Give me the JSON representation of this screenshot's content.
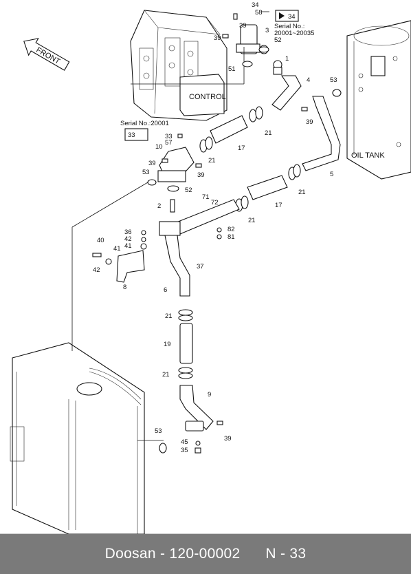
{
  "footer": {
    "brand": "Doosan",
    "separator": " - ",
    "part_number": "120-00002",
    "page": "N - 33"
  },
  "labels": {
    "front": "FRONT",
    "control": "CONTROL",
    "oil_tank": "OIL TANK",
    "serial_top_title": "Serial No.:",
    "serial_top_range": "20001~20035",
    "serial_top_box": "34",
    "serial_left_title": "Serial No.:20001",
    "serial_left_box": "33"
  },
  "callouts": {
    "c1": "1",
    "c2": "2",
    "c3": "3",
    "c4": "4",
    "c5": "5",
    "c6": "6",
    "c8": "8",
    "c9": "9",
    "c10": "10",
    "c17a": "17",
    "c17b": "17",
    "c19": "19",
    "c21a": "21",
    "c21b": "21",
    "c21c": "21",
    "c21d": "21",
    "c21e": "21",
    "c21f": "21",
    "c33": "33",
    "c34": "34",
    "c35": "35",
    "c36": "36",
    "c37": "37",
    "c39a": "39",
    "c39b": "39",
    "c39c": "39",
    "c39d": "39",
    "c39e": "39",
    "c39f": "39",
    "c40": "40",
    "c41a": "41",
    "c41b": "41",
    "c42a": "42",
    "c42b": "42",
    "c45": "45",
    "c51": "51",
    "c52a": "52",
    "c52b": "52",
    "c53a": "53",
    "c53b": "53",
    "c53c": "53",
    "c57": "57",
    "c58": "58",
    "c71": "71",
    "c72": "72",
    "c81": "81",
    "c82": "82"
  }
}
